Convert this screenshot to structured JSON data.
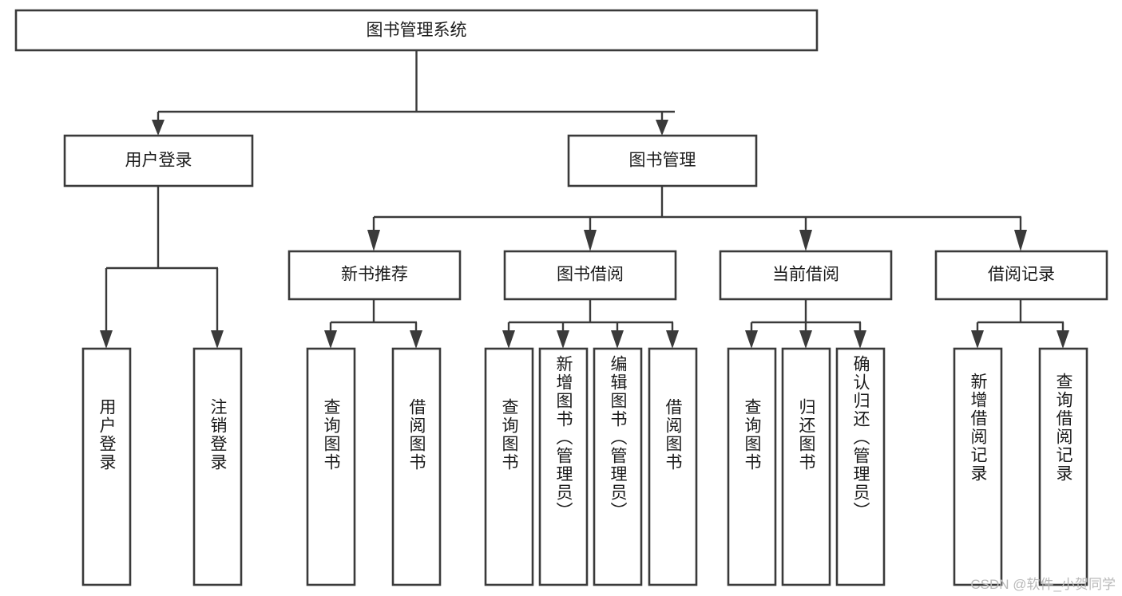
{
  "diagram": {
    "type": "tree",
    "title_node": {
      "label": "图书管理系统"
    },
    "level2": [
      {
        "id": "user-login",
        "label": "用户登录"
      },
      {
        "id": "book-management",
        "label": "图书管理"
      }
    ],
    "level3": [
      {
        "id": "new-book-recommend",
        "label": "新书推荐"
      },
      {
        "id": "book-borrow",
        "label": "图书借阅"
      },
      {
        "id": "current-borrow",
        "label": "当前借阅"
      },
      {
        "id": "borrow-record",
        "label": "借阅记录"
      }
    ],
    "leaves": [
      {
        "id": "leaf-user-login",
        "label": "用户登录",
        "parent": "user-login"
      },
      {
        "id": "leaf-logout-login",
        "label": "注销登录",
        "parent": "user-login"
      },
      {
        "id": "leaf-query-book-1",
        "label": "查询图书",
        "parent": "new-book-recommend"
      },
      {
        "id": "leaf-borrow-book-1",
        "label": "借阅图书",
        "parent": "new-book-recommend"
      },
      {
        "id": "leaf-query-book-2",
        "label": "查询图书",
        "parent": "book-borrow"
      },
      {
        "id": "leaf-add-book",
        "label": "新增图书（管理员）",
        "parent": "book-borrow"
      },
      {
        "id": "leaf-edit-book",
        "label": "编辑图书（管理员）",
        "parent": "book-borrow"
      },
      {
        "id": "leaf-borrow-book-2",
        "label": "借阅图书",
        "parent": "book-borrow"
      },
      {
        "id": "leaf-query-book-3",
        "label": "查询图书",
        "parent": "current-borrow"
      },
      {
        "id": "leaf-return-book",
        "label": "归还图书",
        "parent": "current-borrow"
      },
      {
        "id": "leaf-confirm-return",
        "label": "确认归还（管理员）",
        "parent": "current-borrow"
      },
      {
        "id": "leaf-add-record",
        "label": "新增借阅记录",
        "parent": "borrow-record"
      },
      {
        "id": "leaf-query-record",
        "label": "查询借阅记录",
        "parent": "borrow-record"
      }
    ],
    "colors": {
      "stroke": "#3a3a3a",
      "fill": "#ffffff",
      "text": "#1b1b1b",
      "watermark": "#b9b9b9"
    }
  },
  "watermark": {
    "text": "CSDN @软件_小贺同学"
  }
}
